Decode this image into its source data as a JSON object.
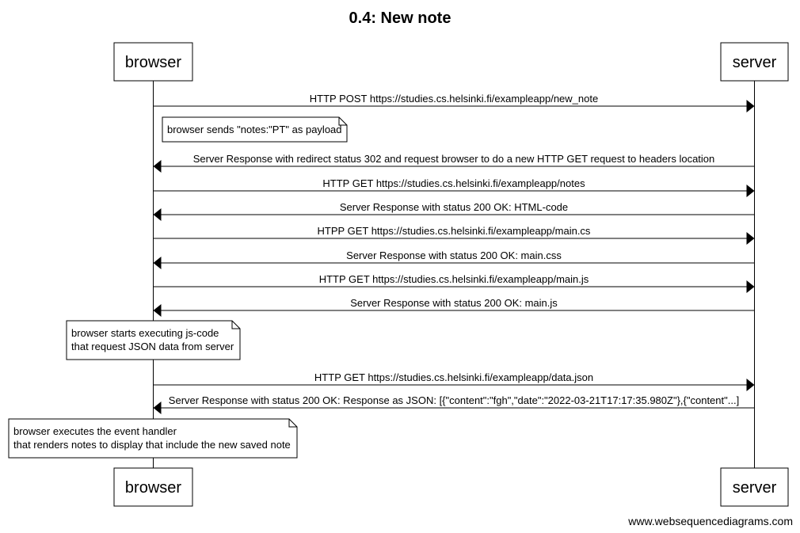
{
  "title": "0.4: New note",
  "actors": [
    {
      "id": "browser",
      "label": "browser"
    },
    {
      "id": "server",
      "label": "server"
    }
  ],
  "messages": [
    {
      "from": "browser",
      "to": "server",
      "text": "HTTP POST https://studies.cs.helsinki.fi/exampleapp/new_note"
    },
    {
      "from": "server",
      "to": "browser",
      "text": "Server Response with redirect status 302 and request browser to do a new HTTP GET request to headers location"
    },
    {
      "from": "browser",
      "to": "server",
      "text": "HTTP GET https://studies.cs.helsinki.fi/exampleapp/notes"
    },
    {
      "from": "server",
      "to": "browser",
      "text": "Server Response with status 200 OK: HTML-code"
    },
    {
      "from": "browser",
      "to": "server",
      "text": "HTPP GET https://studies.cs.helsinki.fi/exampleapp/main.cs"
    },
    {
      "from": "server",
      "to": "browser",
      "text": "Server Response with status 200 OK: main.css"
    },
    {
      "from": "browser",
      "to": "server",
      "text": "HTTP GET https://studies.cs.helsinki.fi/exampleapp/main.js"
    },
    {
      "from": "server",
      "to": "browser",
      "text": "Server Response with status 200 OK: main.js"
    },
    {
      "from": "browser",
      "to": "server",
      "text": "HTTP GET https://studies.cs.helsinki.fi/exampleapp/data.json"
    },
    {
      "from": "server",
      "to": "browser",
      "text": "Server Response with status 200 OK: Response as JSON: [{\"content\":\"fgh\",\"date\":\"2022-03-21T17:17:35.980Z\"},{\"content\"...]"
    }
  ],
  "notes": [
    {
      "lines": [
        "browser sends \"notes:\"PT\" as payload"
      ]
    },
    {
      "lines": [
        "browser starts executing js-code",
        "that request JSON data from server"
      ]
    },
    {
      "lines": [
        "browser executes the event handler",
        "that renders notes to display that include the new saved note"
      ]
    }
  ],
  "credit": "www.websequencediagrams.com"
}
